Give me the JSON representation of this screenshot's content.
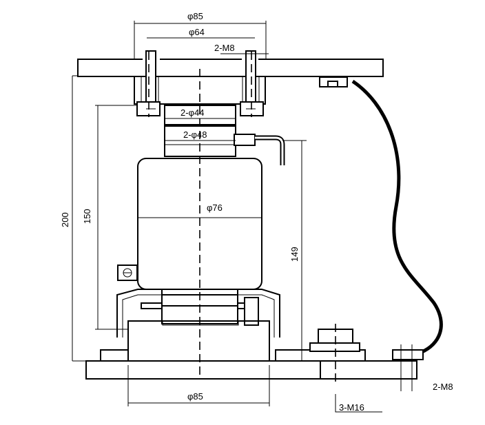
{
  "dimensions": {
    "top_outer_dia": "φ85",
    "top_bolt_circle": "φ64",
    "top_bolts": "2-M8",
    "pin_dia_upper": "2-φ44",
    "pin_dia_lower": "2-φ48",
    "body_dia": "φ76",
    "total_height": "200",
    "upper_height": "150",
    "cable_height": "149",
    "base_dia": "φ85",
    "base_bolts": "3-M16",
    "cable_clamp_bolts": "2-M8"
  }
}
